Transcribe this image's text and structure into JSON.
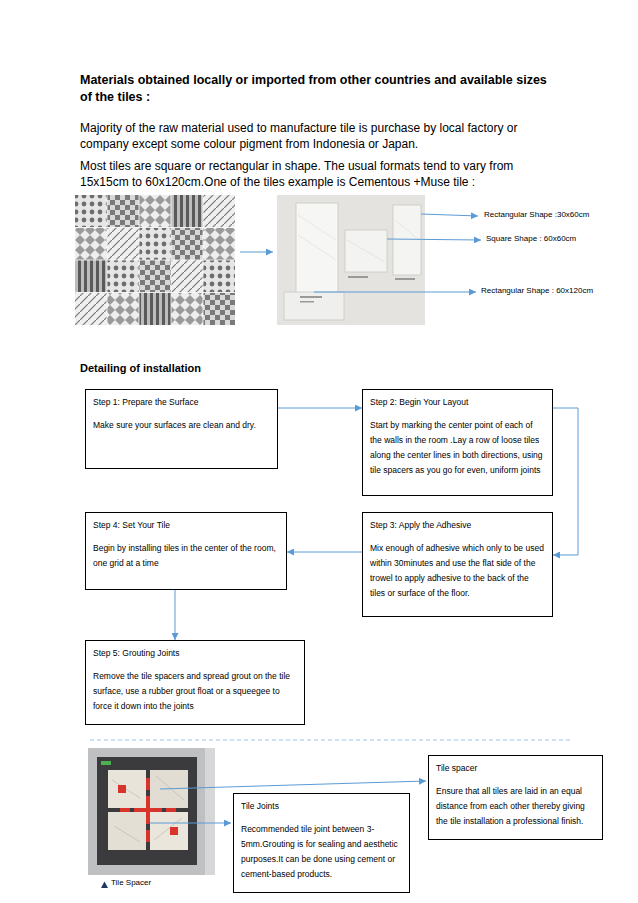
{
  "diagram": {
    "title": "Materials obtained locally or imported from other countries and available sizes of the tiles :",
    "nodes": [
      {
        "text": [
          "Step 1: Prepare the Surface",
          "Make sure your surfaces are clean and dry."
        ]
      },
      {
        "text": [
          "Step 2: Begin Your Layout",
          "Start by marking the center point of each of the walls in the room .Lay a row of loose tiles along the center lines in both directions, using tile spacers as you go for even, uniform joints"
        ]
      },
      {
        "text": [
          "Step 3: Apply the Adhesive",
          "Mix enough of adhesive which only to be used within 30minutes and use the flat side of the trowel to apply adhesive to the back of the tiles or surface of the floor."
        ]
      },
      {
        "text": [
          "Step 4: Set Your Tile",
          "Begin by installing tiles in the center of the room, one grid at a time"
        ]
      },
      {
        "text": [
          "Step 5: Grouting Joints",
          "Remove the tile spacers and spread grout on the tile surface, use a rubber grout float or a squeegee to force it down into the joints"
        ]
      },
      {
        "text": [
          "Tile spacer",
          "Ensure that all tiles are laid in an equal distance from each other thereby giving the tile installation a professional finish."
        ]
      },
      {
        "text": [
          "Tile Joints",
          "Recommended tile joint between 3-5mm.Grouting is for sealing and aesthetic purposes.It can be done using cement or cement-based products."
        ]
      }
    ],
    "edges": [
      {
        "from": 0,
        "to": 1,
        "arrow": "to"
      },
      {
        "from": 1,
        "to": 2,
        "arrow": "to"
      },
      {
        "from": 2,
        "to": 3,
        "arrow": "to"
      },
      {
        "from": 3,
        "to": 4,
        "arrow": "to"
      }
    ],
    "labels": [
      "Majority of the raw material used to manufacture tile is purchase by local factory or company except some colour pigment from Indonesia or Japan.",
      "Most tiles are square or rectangular in shape. The usual formats tend to vary from 15x15cm to 60x120cm.One of the tiles example is Cementous +Muse tile :",
      "Rectangular Shape :30x60cm",
      "Square Shape : 60x60cm",
      "Rectangular Shape : 60x120cm",
      "Detailing of installation",
      "Tile Spacer"
    ]
  }
}
